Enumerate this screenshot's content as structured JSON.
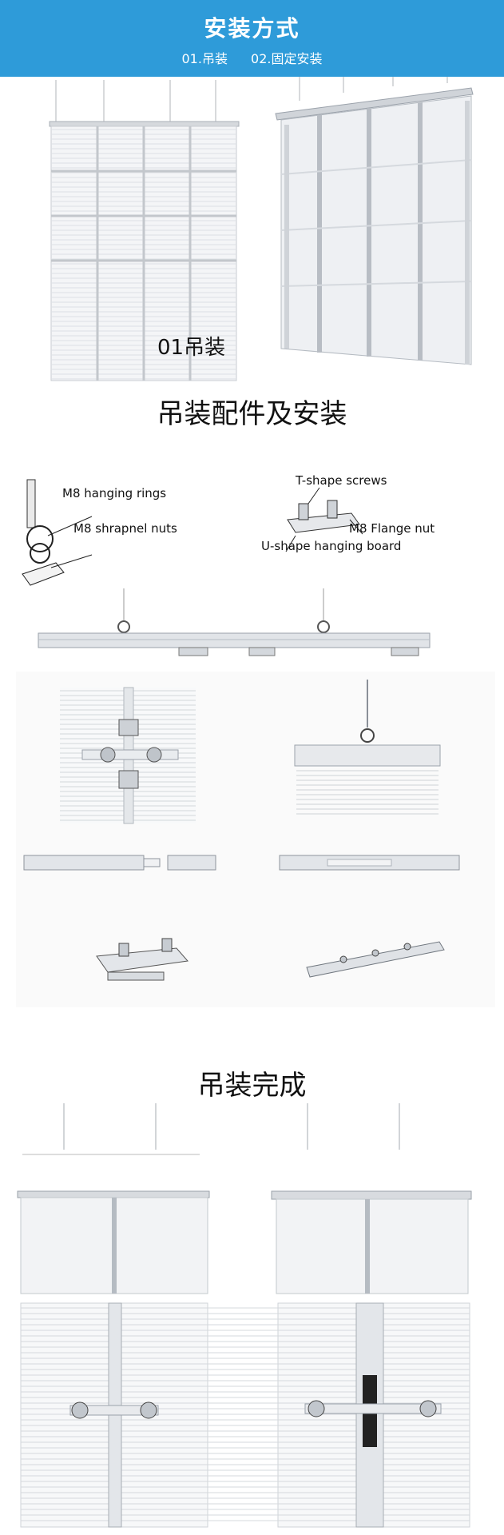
{
  "banner": {
    "title": "安装方式",
    "tab_1": "01.吊装",
    "tab_2": "02.固定安装"
  },
  "section_1": {
    "caption": "01吊装"
  },
  "section_2": {
    "title": "吊装配件及安装",
    "labels": {
      "hanging_rings": "M8 hanging rings",
      "shrapnel_nuts": "M8 shrapnel nuts",
      "t_shape_screws": "T-shape screws",
      "flange_nut": "M8 Flange nut",
      "u_shape_board": "U-shape hanging board"
    }
  },
  "section_3": {
    "title": "吊装完成"
  },
  "colors": {
    "banner": "#2e9bd9",
    "panel_line": "#c9ccd1",
    "frame": "#a9afb8"
  }
}
